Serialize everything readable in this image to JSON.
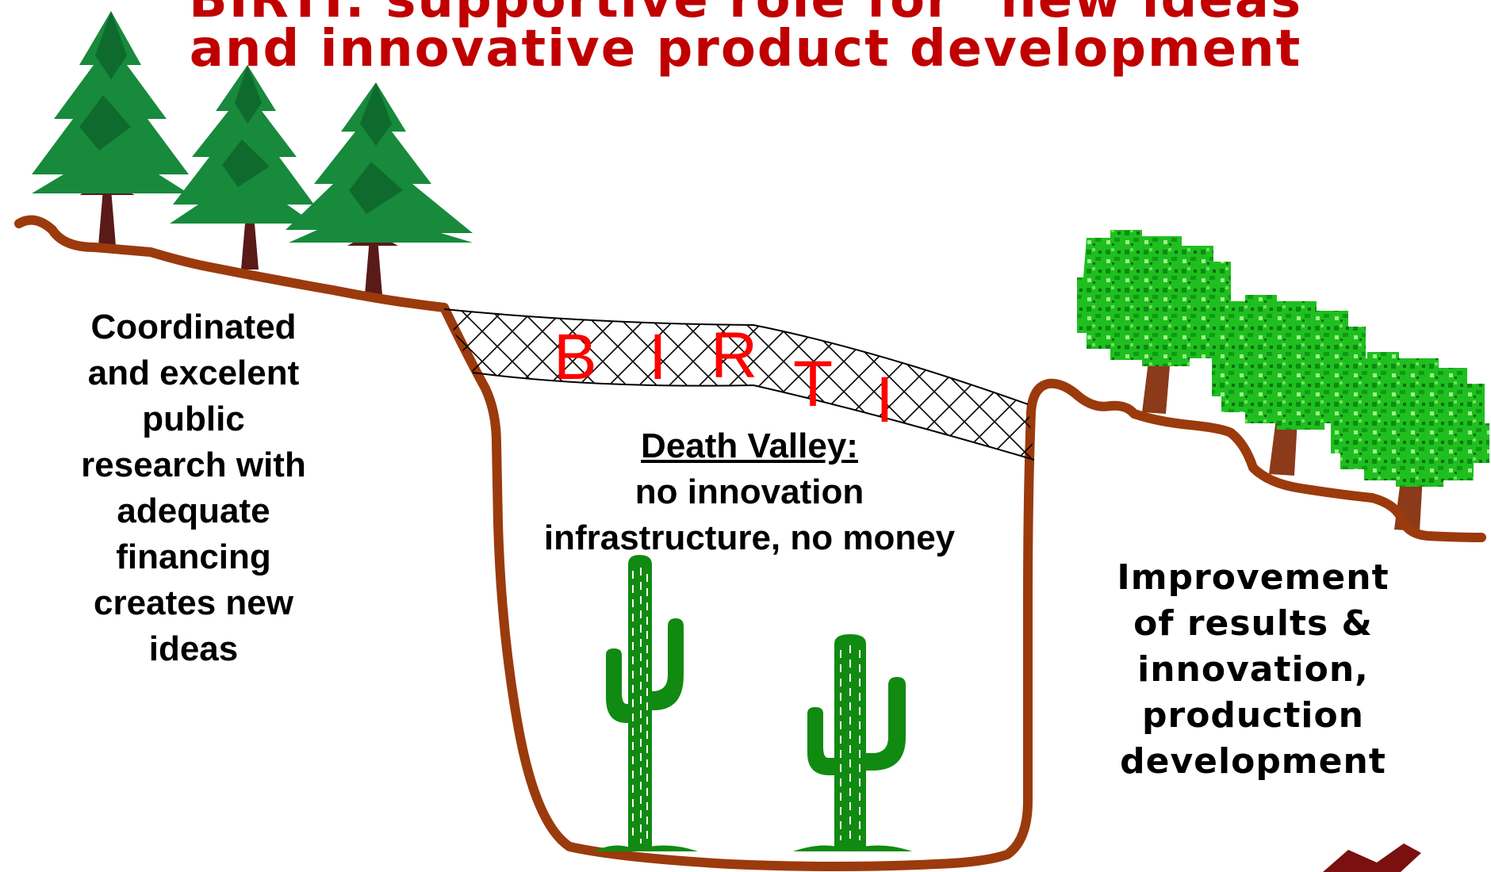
{
  "title": {
    "line1": "BIRTI: supportive role for \"new ideas",
    "line2": "and innovative product development"
  },
  "bridge_letters": [
    "B",
    "I",
    "R",
    "T",
    "I"
  ],
  "left_text": {
    "lines": [
      "Coordinated",
      "and excelent",
      "public",
      "research with",
      "adequate",
      "financing",
      "creates new",
      "ideas"
    ]
  },
  "valley_text": {
    "heading": "Death Valley:",
    "lines": [
      "no innovation",
      "infrastructure, no money"
    ]
  },
  "right_text": {
    "lines": [
      "Improvement",
      "of results &",
      "innovation,",
      "production",
      "development"
    ]
  },
  "colors": {
    "title": "#c00000",
    "ground": "#9b3a0c",
    "conifer": "#178a3c",
    "trunk": "#5a1a18",
    "bush": "#1fbf1f",
    "cactus": "#118a11",
    "birti_letters": "#ff0000"
  }
}
